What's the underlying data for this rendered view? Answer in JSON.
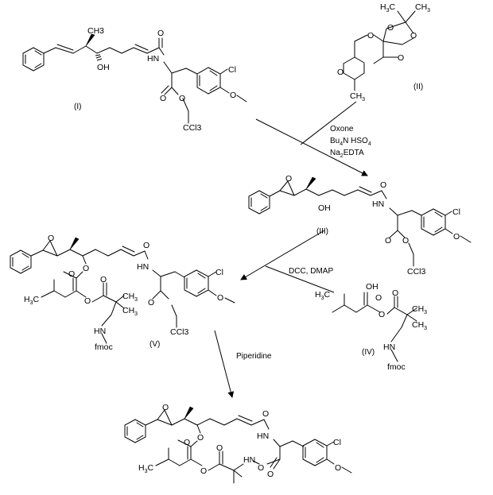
{
  "compounds": [
    {
      "id": "I",
      "label": "(I)",
      "atoms": [
        "O",
        "HN",
        "OH",
        "O",
        "O",
        "Cl",
        "O",
        "CCl3"
      ]
    },
    {
      "id": "II",
      "label": "(II)",
      "atoms": [
        "O",
        "O",
        "O",
        "O",
        "O"
      ]
    },
    {
      "id": "III",
      "label": "(III)",
      "atoms": [
        "O",
        "O",
        "HN",
        "OH",
        "O",
        "O",
        "Cl",
        "O",
        "CCl3"
      ]
    },
    {
      "id": "IV",
      "label": "(IV)",
      "atoms": [
        "OH",
        "O",
        "O",
        "O",
        "HN"
      ],
      "protecting_group": "fmoc"
    },
    {
      "id": "V",
      "label": "(V)",
      "atoms": [
        "O",
        "O",
        "HN",
        "O",
        "O",
        "O",
        "O",
        "O",
        "Cl",
        "O",
        "CCl3",
        "HN"
      ],
      "protecting_group": "fmoc"
    },
    {
      "id": "product",
      "label": "",
      "atoms": [
        "O",
        "O",
        "HN",
        "O",
        "O",
        "O",
        "O",
        "HN",
        "O",
        "O",
        "Cl",
        "O"
      ]
    }
  ],
  "steps": [
    {
      "from": "I",
      "to": "III",
      "reagents": [
        "Oxone",
        "Bu4N HSO4",
        "Na2EDTA"
      ]
    },
    {
      "from": "III",
      "to": "V",
      "reagents": [
        "DCC,  DMAP"
      ]
    },
    {
      "from": "V",
      "to": "product",
      "reagents": [
        "Piperidine"
      ]
    }
  ],
  "methyl_symbols": {
    "h3c": "H3C",
    "ch3": "CH3"
  }
}
